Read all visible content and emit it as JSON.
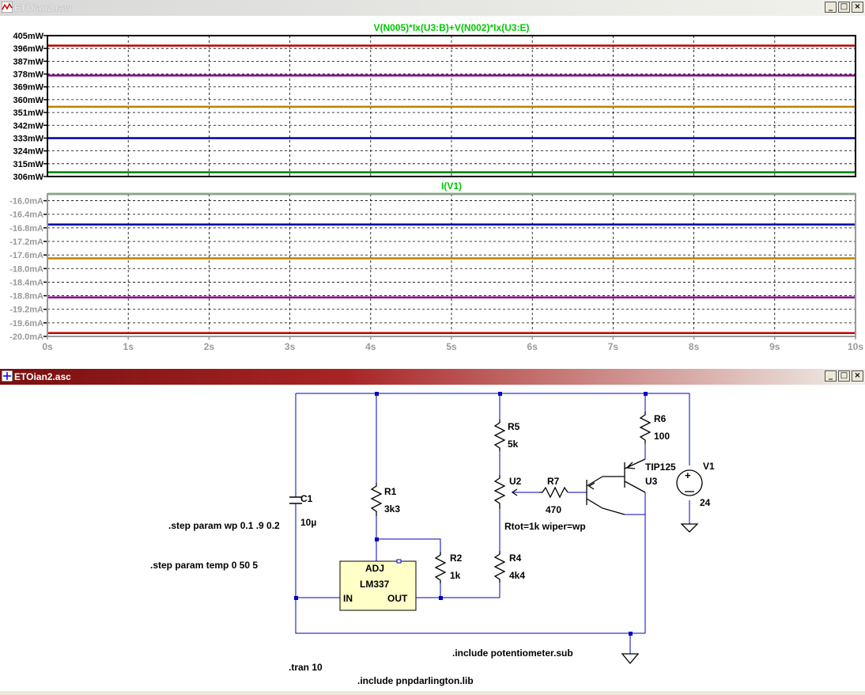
{
  "plot_window": {
    "title": "ETOian2.raw",
    "buttons": {
      "minimize": "_",
      "maximize": "□",
      "close": "×"
    }
  },
  "schematic_window": {
    "title": "ETOian2.asc",
    "buttons": {
      "minimize": "_",
      "maximize": "□",
      "close": "×"
    }
  },
  "chart_data": [
    {
      "type": "line",
      "title": "V(N005)*Ix(U3:B)+V(N002)*Ix(U3:E)",
      "title_color": "#00c800",
      "x": [
        0,
        10
      ],
      "xlim": [
        0,
        10
      ],
      "ylim": [
        306,
        405
      ],
      "y_ticks": [
        "405mW",
        "396mW",
        "387mW",
        "378mW",
        "369mW",
        "360mW",
        "351mW",
        "342mW",
        "333mW",
        "324mW",
        "315mW",
        "306mW"
      ],
      "y_tick_values": [
        405,
        396,
        387,
        378,
        369,
        360,
        351,
        342,
        333,
        324,
        315,
        306
      ],
      "grid": true,
      "series": [
        {
          "values": [
            398,
            398
          ],
          "color": "#c00000"
        },
        {
          "values": [
            377,
            377
          ],
          "color": "#8a008a"
        },
        {
          "values": [
            355,
            355
          ],
          "color": "#c08000"
        },
        {
          "values": [
            333,
            333
          ],
          "color": "#0000a0"
        },
        {
          "values": [
            309,
            309
          ],
          "color": "#008000"
        }
      ]
    },
    {
      "type": "line",
      "title": "I(V1)",
      "title_color": "#00c800",
      "x": [
        0,
        10
      ],
      "xlim": [
        0,
        10
      ],
      "ylim": [
        -20.0,
        -15.8
      ],
      "y_ticks": [
        "-16.0mA",
        "-16.4mA",
        "-16.8mA",
        "-17.2mA",
        "-17.6mA",
        "-18.0mA",
        "-18.4mA",
        "-18.8mA",
        "-19.2mA",
        "-19.6mA",
        "-20.0mA"
      ],
      "y_tick_values": [
        -16.0,
        -16.4,
        -16.8,
        -17.2,
        -17.6,
        -18.0,
        -18.4,
        -18.8,
        -19.2,
        -19.6,
        -20.0
      ],
      "x_ticks": [
        "0s",
        "1s",
        "2s",
        "3s",
        "4s",
        "5s",
        "6s",
        "7s",
        "8s",
        "9s",
        "10s"
      ],
      "x_tick_values": [
        0,
        1,
        2,
        3,
        4,
        5,
        6,
        7,
        8,
        9,
        10
      ],
      "grid": true,
      "series": [
        {
          "values": [
            -15.8,
            -15.8
          ],
          "color": "#008000"
        },
        {
          "values": [
            -16.7,
            -16.7
          ],
          "color": "#0000a0"
        },
        {
          "values": [
            -17.7,
            -17.7
          ],
          "color": "#c08000"
        },
        {
          "values": [
            -18.85,
            -18.85
          ],
          "color": "#8a008a"
        },
        {
          "values": [
            -19.9,
            -19.9
          ],
          "color": "#c00000"
        }
      ]
    }
  ],
  "schematic": {
    "c1_name": "C1",
    "c1_value": "10µ",
    "r1_name": "R1",
    "r1_value": "3k3",
    "r2_name": "R2",
    "r2_value": "1k",
    "r4_name": "R4",
    "r4_value": "4k4",
    "r5_name": "R5",
    "r5_value": "5k",
    "r6_name": "R6",
    "r6_value": "100",
    "r7_name": "R7",
    "r7_value": "470",
    "u2_name": "U2",
    "u2_params": "Rtot=1k wiper=wp",
    "q_name": "TIP125",
    "q_ref": "U3",
    "v1_name": "V1",
    "v1_value": "24",
    "ic_adj": "ADJ",
    "ic_name": "LM337",
    "ic_in": "IN",
    "ic_out": "OUT",
    "step_wp": ".step param wp 0.1 .9 0.2",
    "step_temp": ".step param temp 0 50 5",
    "tran": ".tran 10",
    "include_pot": ".include potentiometer.sub",
    "include_lib": ".include pnpdarlington.lib"
  }
}
